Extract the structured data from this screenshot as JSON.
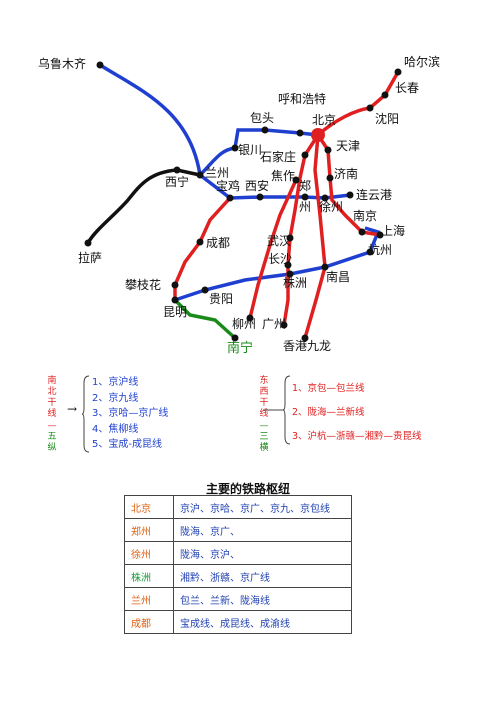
{
  "map": {
    "cities": {
      "urumqi": "乌鲁木齐",
      "harbin": "哈尔滨",
      "changchun": "长春",
      "hohhot": "呼和浩特",
      "baotou": "包头",
      "beijing": "北京",
      "shenyang": "沈阳",
      "yinchuan": "银川",
      "shijiazhuang": "石家庄",
      "tianjin": "天津",
      "lanzhou": "兰州",
      "xining": "西宁",
      "baoji": "宝鸡",
      "xian": "西安",
      "jiaozuo": "焦作",
      "zhengzhou": "郑",
      "zhengzhou2": "州",
      "jinan": "济南",
      "lianyungang": "连云港",
      "xuzhou": "徐州",
      "nanjing": "南京",
      "shanghai": "上海",
      "lhasa": "拉萨",
      "chengdu": "成都",
      "wuhan": "武汉",
      "changsha": "长沙",
      "hangzhou": "杭州",
      "zhuzhou": "株洲",
      "nanchang": "南昌",
      "panzhihua": "攀枝花",
      "guiyang": "贵阳",
      "kunming": "昆明",
      "liuzhou": "柳州",
      "guangzhou": "广州",
      "nanning": "南宁",
      "hongkong": "香港九龙"
    },
    "colors": {
      "ns": "#e02020",
      "ew": "#1f3fd0",
      "black": "#111111",
      "green": "#1a8a1a",
      "hub": "#e02020"
    }
  },
  "legend": {
    "ns_label": "南北干线",
    "ns_sub": "五纵",
    "ew_label": "东西干线",
    "ew_sub": "三横",
    "arrow": "→",
    "ns_lines": [
      "1、京沪线",
      "2、京九线",
      "3、京哈—京广线",
      "4、焦柳线",
      "5、宝成-成昆线"
    ],
    "ew_lines": [
      "1、京包—包兰线",
      "2、陇海—兰新线",
      "3、沪杭—浙赣—湘黔—贵昆线"
    ]
  },
  "hubs": {
    "title": "主要的铁路枢纽",
    "rows": [
      {
        "hub": "北京",
        "lines": "京沪、京哈、京广、京九、京包线",
        "color": "#e06010"
      },
      {
        "hub": "郑州",
        "lines": "陇海、京广、",
        "color": "#e06010"
      },
      {
        "hub": "徐州",
        "lines": "陇海、京沪、",
        "color": "#e06010"
      },
      {
        "hub": "株洲",
        "lines": "湘黔、浙赣、京广线",
        "color": "#1a9a3a"
      },
      {
        "hub": "兰州",
        "lines": "包兰、兰新、陇海线",
        "color": "#e06010"
      },
      {
        "hub": "成都",
        "lines": "宝成线、成昆线、成渝线",
        "color": "#e06010"
      }
    ]
  }
}
